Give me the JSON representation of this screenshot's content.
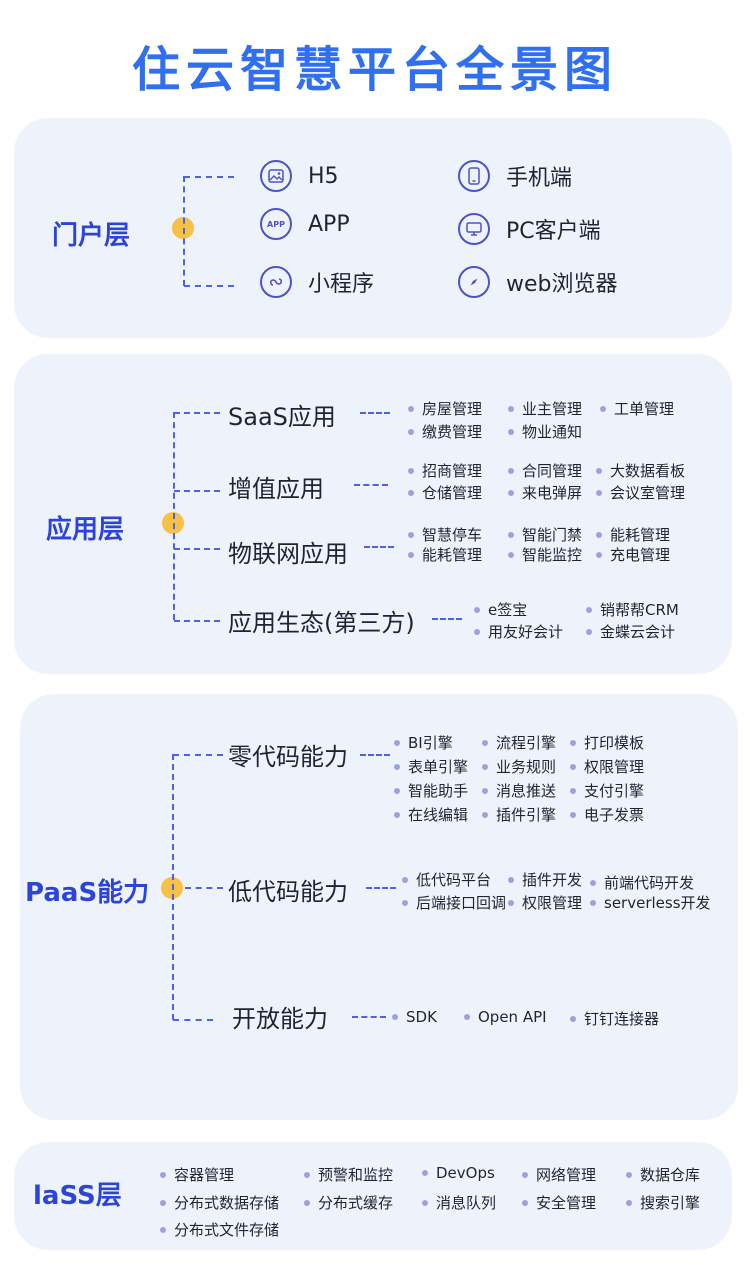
{
  "title": "住云智慧平台全景图",
  "portal": {
    "label": "门户层",
    "items": [
      {
        "text": "H5",
        "icon": "image-icon"
      },
      {
        "text": "手机端",
        "icon": "phone-icon"
      },
      {
        "text": "APP",
        "icon": "app-icon",
        "icon_text": "APP"
      },
      {
        "text": "PC客户端",
        "icon": "monitor-icon"
      },
      {
        "text": "小程序",
        "icon": "mini-program-icon"
      },
      {
        "text": "web浏览器",
        "icon": "compass-icon"
      }
    ]
  },
  "application": {
    "label": "应用层",
    "categories": [
      {
        "name": "SaaS应用",
        "items": [
          "房屋管理",
          "业主管理",
          "工单管理",
          "缴费管理",
          "物业通知"
        ]
      },
      {
        "name": "增值应用",
        "items": [
          "招商管理",
          "合同管理",
          "大数据看板",
          "仓储管理",
          "来电弹屏",
          "会议室管理"
        ]
      },
      {
        "name": "物联网应用",
        "items": [
          "智慧停车",
          "智能门禁",
          "能耗管理",
          "能耗管理",
          "智能监控",
          "充电管理"
        ]
      },
      {
        "name": "应用生态(第三方)",
        "items": [
          "e签宝",
          "销帮帮CRM",
          "用友好会计",
          "金蝶云会计"
        ]
      }
    ]
  },
  "paas": {
    "label": "PaaS能力",
    "categories": [
      {
        "name": "零代码能力",
        "items": [
          "BI引擎",
          "流程引擎",
          "打印模板",
          "表单引擎",
          "业务规则",
          "权限管理",
          "智能助手",
          "消息推送",
          "支付引擎",
          "在线编辑",
          "插件引擎",
          "电子发票"
        ]
      },
      {
        "name": "低代码能力",
        "items": [
          "低代码平台",
          "插件开发",
          "前端代码开发",
          "后端接口回调",
          "权限管理",
          "serverless开发"
        ]
      },
      {
        "name": "开放能力",
        "items": [
          "SDK",
          "Open API",
          "钉钉连接器"
        ]
      }
    ]
  },
  "iaas": {
    "label": "laSS层",
    "items": [
      "容器管理",
      "预警和监控",
      "DevOps",
      "网络管理",
      "数据仓库",
      "分布式数据存储",
      "分布式缓存",
      "消息队列",
      "安全管理",
      "搜索引擎",
      "分布式文件存储"
    ]
  },
  "colors": {
    "title": "#2f6ff0",
    "label": "#2d45d6",
    "dot": "#f7c047",
    "underline": "#f6c14b",
    "panel": "#eef3fb",
    "line": "#4d63e6"
  }
}
